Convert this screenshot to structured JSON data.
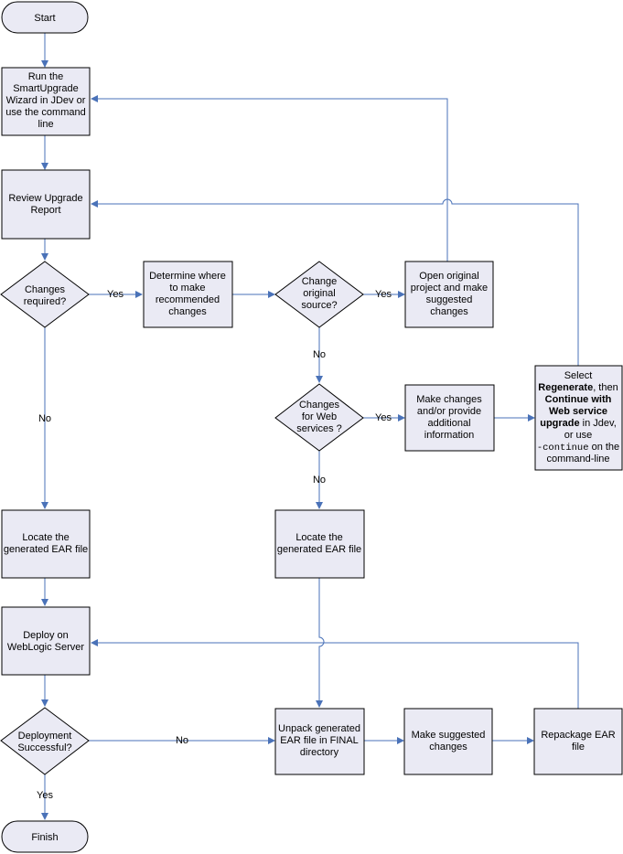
{
  "colors": {
    "node_fill": "#eaeaf4",
    "node_stroke": "#000000",
    "connector": "#4a72b8"
  },
  "nodes": {
    "start": {
      "lines": [
        "Start"
      ]
    },
    "run_wizard": {
      "lines": [
        "Run the",
        "SmartUpgrade",
        "Wizard in JDev or",
        "use the command",
        "line"
      ]
    },
    "review_report": {
      "lines": [
        "Review Upgrade",
        "Report"
      ]
    },
    "changes_required": {
      "lines": [
        "Changes",
        "required?"
      ]
    },
    "determine_where": {
      "lines": [
        "Determine where",
        "to make",
        "recommended",
        "changes"
      ]
    },
    "change_original": {
      "lines": [
        "Change",
        "original",
        "source?"
      ]
    },
    "open_original": {
      "lines": [
        "Open original",
        "project and make",
        "suggested",
        "changes"
      ]
    },
    "changes_web": {
      "lines": [
        "Changes",
        "for Web",
        "services ?"
      ]
    },
    "make_changes_info": {
      "lines": [
        "Make changes",
        "and/or provide",
        "additional",
        "information"
      ]
    },
    "select_regenerate": {
      "line1": "Select",
      "line2_bold": "Regenerate",
      "line2_rest": ", then",
      "line3": "Continue with",
      "line4": "Web service",
      "line5_bold": "upgrade",
      "line5_rest": " in Jdev,",
      "line6": "or use",
      "line7_code": "-continue",
      "line7_rest": " on the",
      "line8": "command-line"
    },
    "locate_left": {
      "lines": [
        "Locate the",
        "generated EAR file"
      ]
    },
    "locate_mid": {
      "lines": [
        "Locate the",
        "generated EAR file"
      ]
    },
    "deploy": {
      "lines": [
        "Deploy on",
        "WebLogic Server"
      ]
    },
    "deployment_ok": {
      "lines": [
        "Deployment",
        "Successful?"
      ]
    },
    "unpack": {
      "lines": [
        "Unpack generated",
        "EAR file in FINAL",
        "directory"
      ]
    },
    "make_suggested": {
      "lines": [
        "Make suggested",
        "changes"
      ]
    },
    "repackage": {
      "lines": [
        "Repackage EAR",
        "file"
      ]
    },
    "finish": {
      "lines": [
        "Finish"
      ]
    }
  },
  "edge_labels": {
    "changes_required_yes": "Yes",
    "changes_required_no": "No",
    "change_original_yes": "Yes",
    "change_original_no": "No",
    "changes_web_yes": "Yes",
    "changes_web_no": "No",
    "deployment_no": "No",
    "deployment_yes": "Yes"
  }
}
